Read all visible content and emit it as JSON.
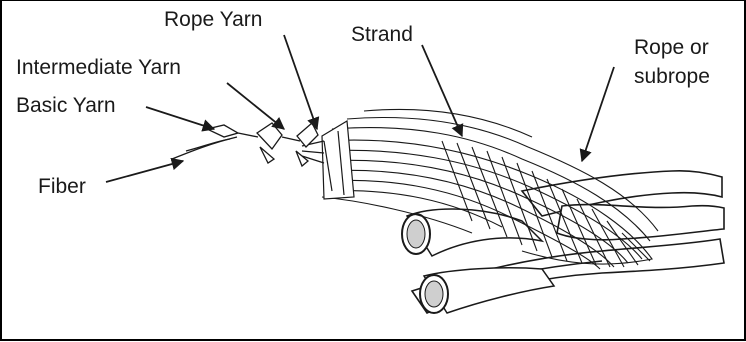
{
  "labels": {
    "rope_yarn": "Rope Yarn",
    "strand": "Strand",
    "rope_or_subrope_line1": "Rope or",
    "rope_or_subrope_line2": "subrope",
    "intermediate_yarn": "Intermediate Yarn",
    "basic_yarn": "Basic Yarn",
    "fiber": "Fiber"
  },
  "colors": {
    "ink": "#1a1a1a",
    "border": "#000000",
    "background": "#ffffff"
  }
}
